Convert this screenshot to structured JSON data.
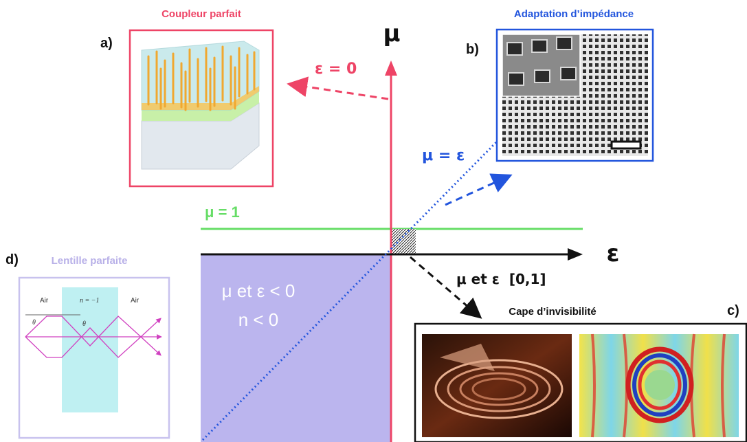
{
  "axes": {
    "mu_label": "μ",
    "eps_label": "ε"
  },
  "lines": {
    "eps_zero": "ε = 0",
    "mu_one": "μ = 1",
    "mu_eq_eps": "μ = ε",
    "unit_box": "μ et ε  [0,1]"
  },
  "negative_quadrant": {
    "line1": "μ et ε < 0",
    "line2": "n < 0"
  },
  "panels": {
    "a": {
      "tag": "a)",
      "title": "Coupleur parfait"
    },
    "b": {
      "tag": "b)",
      "title": "Adaptation d’impédance"
    },
    "c": {
      "tag": "c)",
      "title": "Cape d’invisibilité"
    },
    "d": {
      "tag": "d)",
      "title": "Lentille parfaite",
      "air_left": "Air",
      "n_label": "n = −1",
      "air_right": "Air",
      "theta_left": "θ",
      "theta_right": "θ"
    }
  },
  "colors": {
    "red": "#ee4466",
    "blue": "#2255dd",
    "green": "#66dd66",
    "purple_fill": "#bbb5ee",
    "lavender": "#b8b0e8",
    "cyan": "#bff0f2",
    "magenta": "#d040c0",
    "black": "#111111"
  }
}
